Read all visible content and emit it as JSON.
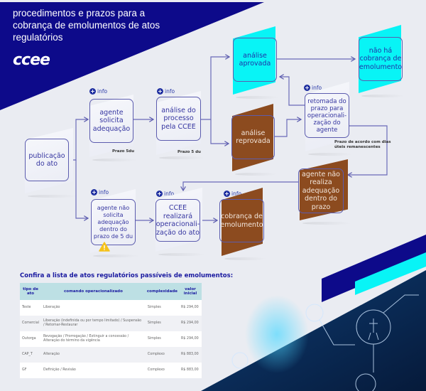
{
  "header": {
    "title": "procedimentos e prazos para a cobrança de emolumentos de atos regulatórios",
    "logo": "ccee"
  },
  "colors": {
    "navy": "#0d0a8a",
    "cyan": "#08f4f6",
    "brown": "#8c4b1f",
    "outline": "#5c5cae"
  },
  "info_label": "info",
  "nodes": {
    "publicacao": "publicação do ato",
    "agente_solicita": "agente solicita adequação",
    "analise_processo": "análise do processo pela CCEE",
    "analise_aprovada": "análise aprovada",
    "nao_ha_cobranca": "não há cobrança de emolumento",
    "analise_reprovada": "análise reprovada",
    "retomada": "retomada do prazo para operacionali-zação do agente",
    "agente_nao_realiza": "agente não realiza adequação dentro do prazo",
    "agente_nao_solicita": "agente não solicita adequação dentro do prazo de 5 du",
    "ccee_realizara": "CCEE realizará operacionali-zação do ato",
    "cobranca": "cobrança de emolumento"
  },
  "notes": {
    "prazo_solicita": "Prazo 5du",
    "prazo_analise": "Prazo 5 du",
    "prazo_retomada": "Prazo de acordo com dias úteis remanescentes"
  },
  "table": {
    "title": "Confira a lista de atos regulatórios passíveis de emolumentos:",
    "headers": [
      "tipo de ato",
      "comando operacionalizado",
      "complexidade",
      "valor inicial"
    ],
    "rows": [
      [
        "Teste",
        "Liberação",
        "Simples",
        "R$ 294,00"
      ],
      [
        "Comercial",
        "Liberação (indefinida ou por tempo limitado) / Suspensão / Retomar-Restaurar",
        "Simples",
        "R$ 294,00"
      ],
      [
        "Outorga",
        "Revogação / Prorrogação / Extinguir a concessão / Alteração do término da vigência",
        "Simples",
        "R$ 294,00"
      ],
      [
        "CAP_T",
        "Alteração",
        "Complexo",
        "R$ 883,00"
      ],
      [
        "GF",
        "Definição / Revisão",
        "Complexo",
        "R$ 883,00"
      ]
    ]
  }
}
